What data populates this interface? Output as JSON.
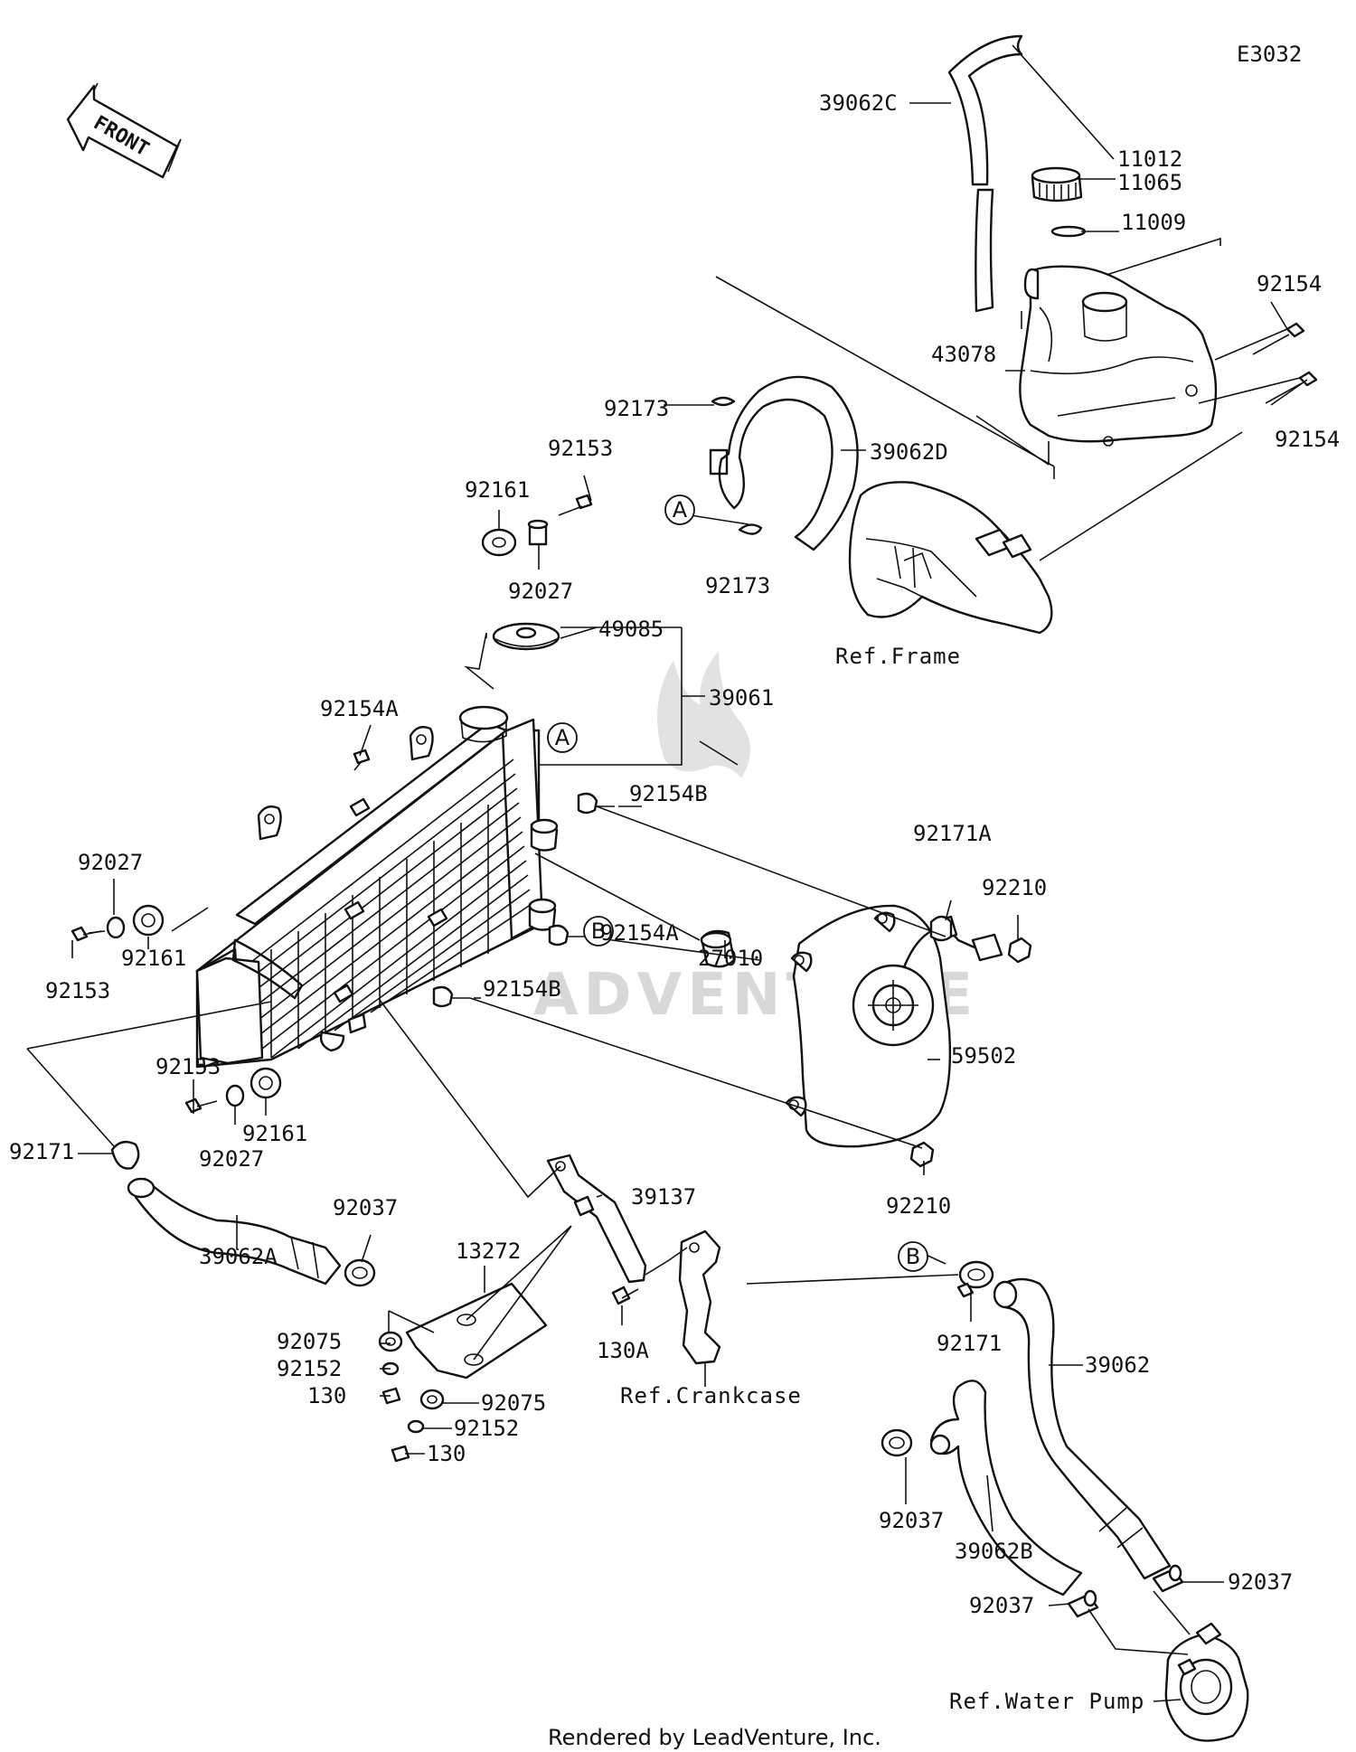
{
  "diagram_code": "E3032",
  "front_label": "FRONT",
  "watermark": "ADVENTURE",
  "footer": "Rendered by LeadVenture, Inc.",
  "references": {
    "frame": "Ref.Frame",
    "crankcase": "Ref.Crankcase",
    "water_pump": "Ref.Water Pump"
  },
  "callouts": {
    "a": "A",
    "b": "B"
  },
  "parts": [
    {
      "id": "p1",
      "label": "39062C"
    },
    {
      "id": "p2",
      "label": "11012"
    },
    {
      "id": "p3",
      "label": "11065"
    },
    {
      "id": "p4",
      "label": "11009"
    },
    {
      "id": "p5",
      "label": "92154"
    },
    {
      "id": "p6",
      "label": "43078"
    },
    {
      "id": "p7",
      "label": "92154"
    },
    {
      "id": "p8",
      "label": "92173"
    },
    {
      "id": "p9",
      "label": "39062D"
    },
    {
      "id": "p10",
      "label": "92153"
    },
    {
      "id": "p11",
      "label": "92161"
    },
    {
      "id": "p12",
      "label": "92173"
    },
    {
      "id": "p13",
      "label": "92027"
    },
    {
      "id": "p14",
      "label": "49085"
    },
    {
      "id": "p15",
      "label": "92154A"
    },
    {
      "id": "p16",
      "label": "39061"
    },
    {
      "id": "p17",
      "label": "92154B"
    },
    {
      "id": "p18",
      "label": "92171A"
    },
    {
      "id": "p19",
      "label": "92027"
    },
    {
      "id": "p20",
      "label": "92210"
    },
    {
      "id": "p21",
      "label": "92161"
    },
    {
      "id": "p22",
      "label": "92154A"
    },
    {
      "id": "p23",
      "label": "27010"
    },
    {
      "id": "p24",
      "label": "92153"
    },
    {
      "id": "p25",
      "label": "92154B"
    },
    {
      "id": "p26",
      "label": "59502"
    },
    {
      "id": "p27",
      "label": "92153"
    },
    {
      "id": "p28",
      "label": "92161"
    },
    {
      "id": "p29",
      "label": "92027"
    },
    {
      "id": "p30",
      "label": "92171"
    },
    {
      "id": "p31",
      "label": "92210"
    },
    {
      "id": "p32",
      "label": "39137"
    },
    {
      "id": "p33",
      "label": "92037"
    },
    {
      "id": "p34",
      "label": "39062A"
    },
    {
      "id": "p35",
      "label": "13272"
    },
    {
      "id": "p36",
      "label": "92075"
    },
    {
      "id": "p37",
      "label": "92152"
    },
    {
      "id": "p38",
      "label": "130"
    },
    {
      "id": "p39",
      "label": "130A"
    },
    {
      "id": "p40",
      "label": "92075"
    },
    {
      "id": "p41",
      "label": "92152"
    },
    {
      "id": "p42",
      "label": "130"
    },
    {
      "id": "p43",
      "label": "92171"
    },
    {
      "id": "p44",
      "label": "39062"
    },
    {
      "id": "p45",
      "label": "92037"
    },
    {
      "id": "p46",
      "label": "39062B"
    },
    {
      "id": "p47",
      "label": "92037"
    },
    {
      "id": "p48",
      "label": "92037"
    }
  ]
}
